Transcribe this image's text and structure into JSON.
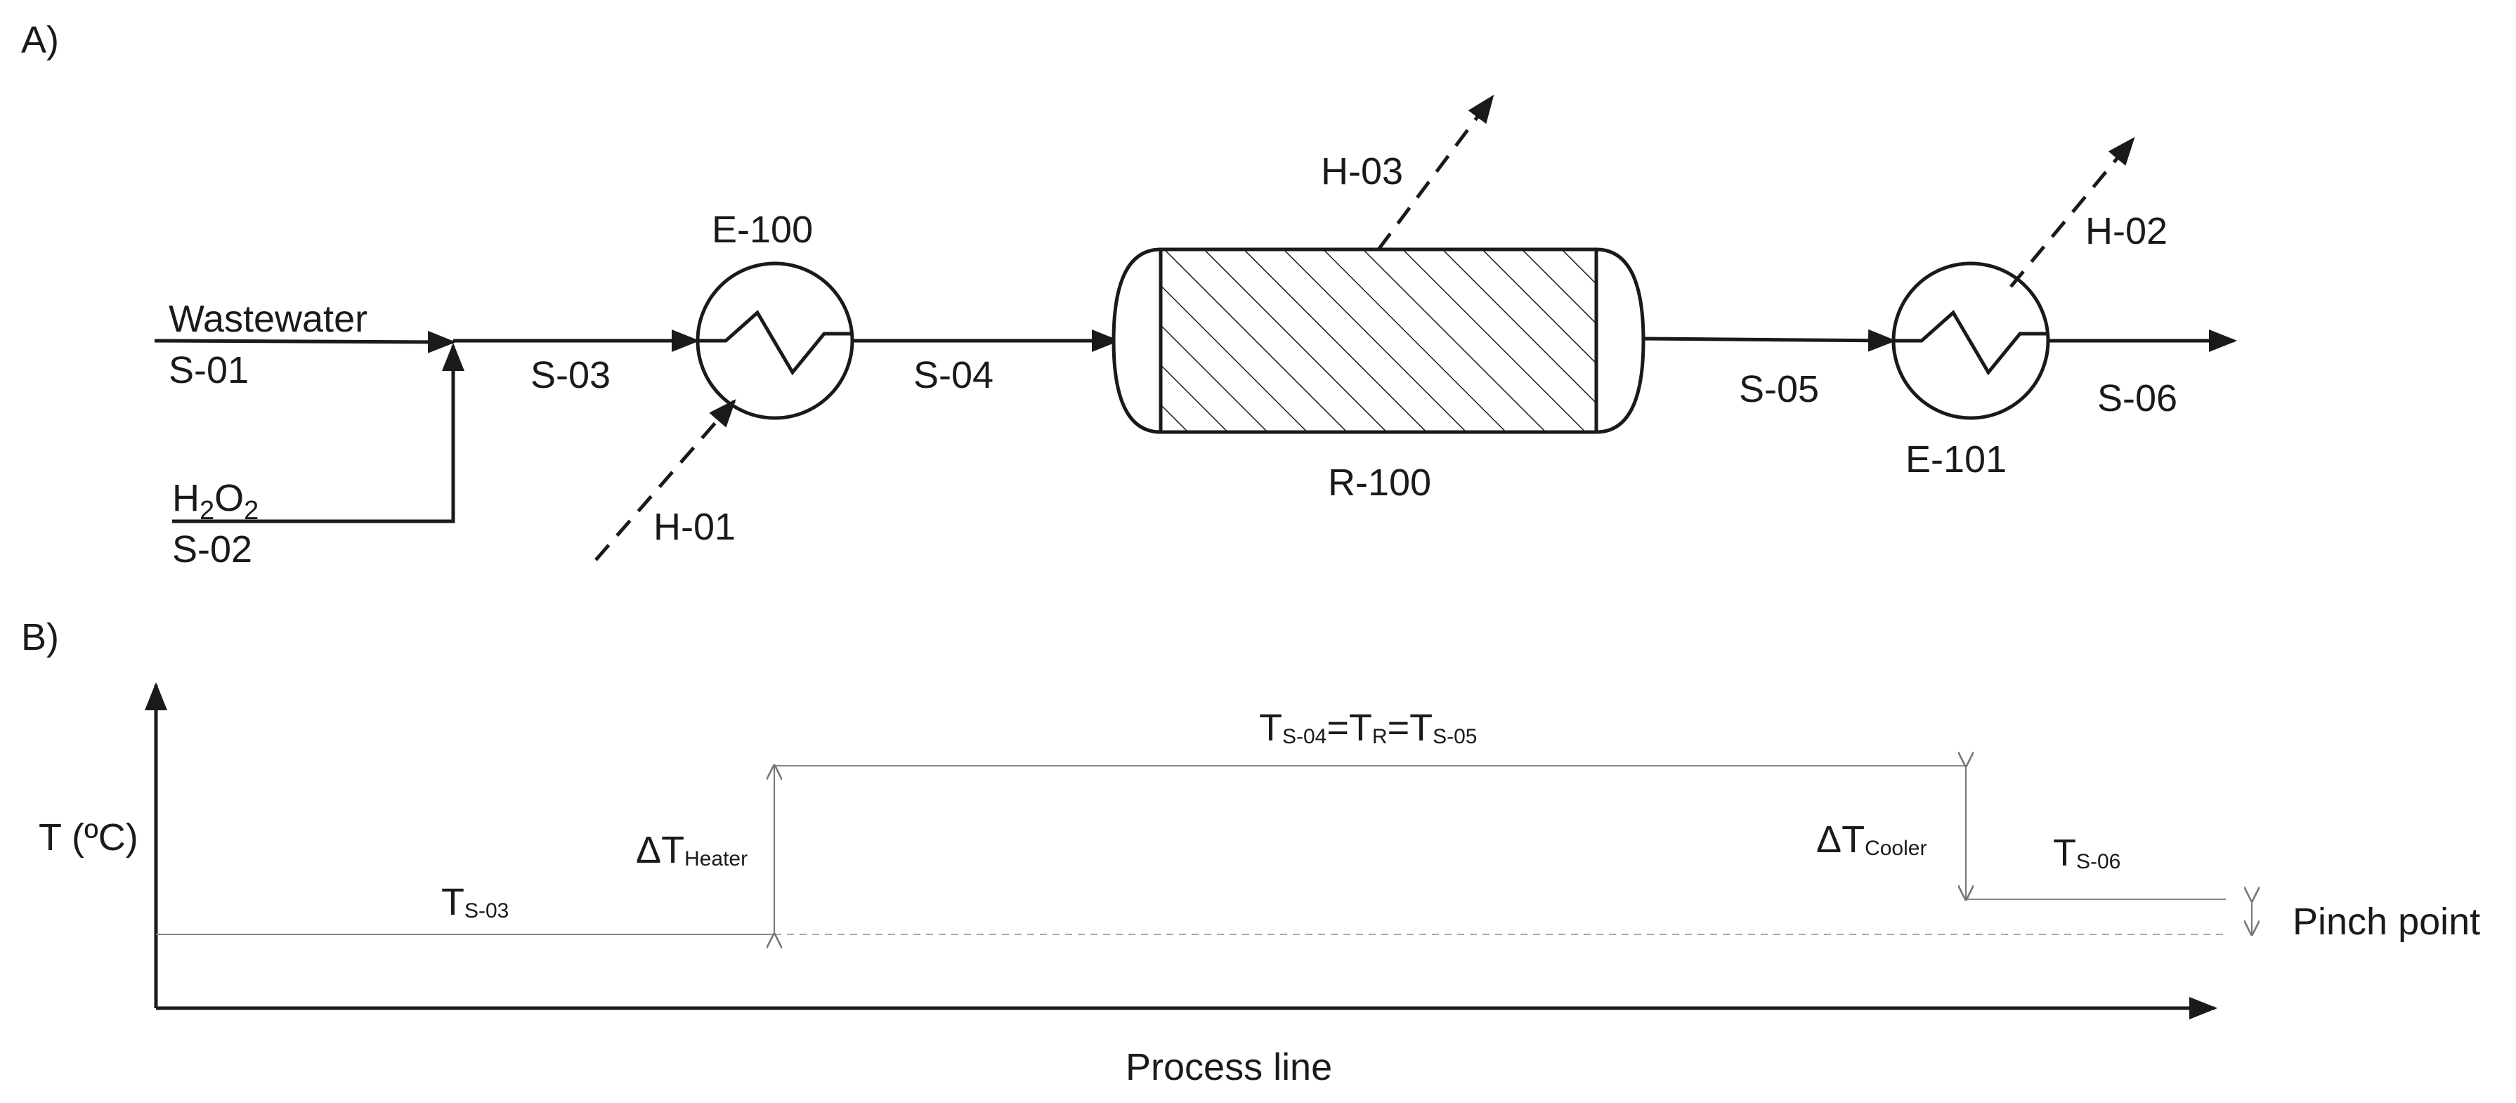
{
  "panel_a": {
    "label": "A)",
    "streams": {
      "wastewater": "Wastewater",
      "s01": "S-01",
      "h2o2_main": "H",
      "h2o2_sub1": "2",
      "h2o2_mid": "O",
      "h2o2_sub2": "2",
      "s02": "S-02",
      "s03": "S-03",
      "s04": "S-04",
      "s05": "S-05",
      "s06": "S-06"
    },
    "equipment": {
      "e100": "E-100",
      "e101": "E-101",
      "r100": "R-100"
    },
    "heat_streams": {
      "h01": "H-01",
      "h02": "H-02",
      "h03": "H-03"
    }
  },
  "panel_b": {
    "label": "B)",
    "y_axis_label": "T (ºC)",
    "x_axis_label": "Process line",
    "t_s03_main": "T",
    "t_s03_sub": "S-03",
    "dt_heater_main": "ΔT",
    "dt_heater_sub": "Heater",
    "reactor_t1_main": "T",
    "reactor_t1_sub": "S-04",
    "reactor_eq1": "=T",
    "reactor_tr_sub": "R",
    "reactor_eq2": "=T",
    "reactor_t3_sub": "S-05",
    "dt_cooler_main": "ΔT",
    "dt_cooler_sub": "Cooler",
    "t_s06_main": "T",
    "t_s06_sub": "S-06",
    "pinch_label": "Pinch point"
  },
  "colors": {
    "line": "#1a1a1a",
    "thin_line": "#888888",
    "dashed": "#aaaaaa"
  }
}
